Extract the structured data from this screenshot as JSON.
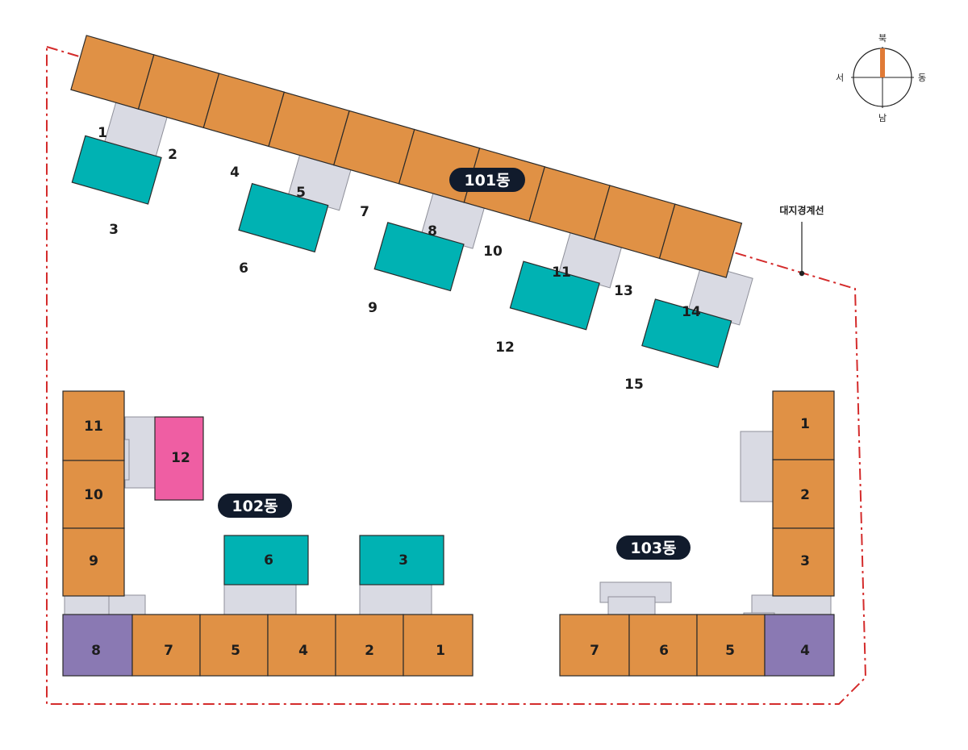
{
  "compass": {
    "north": "북",
    "south": "남",
    "west": "서",
    "east": "동"
  },
  "boundary_label": "대지경계선",
  "buildings": {
    "b101": {
      "label": "101동",
      "units": {
        "u1": "1",
        "u2": "2",
        "u3": "3",
        "u4": "4",
        "u5": "5",
        "u6": "6",
        "u7": "7",
        "u8": "8",
        "u9": "9",
        "u10": "10",
        "u11": "11",
        "u12": "12",
        "u13": "13",
        "u14": "14",
        "u15": "15"
      }
    },
    "b102": {
      "label": "102동",
      "units": {
        "u1": "1",
        "u2": "2",
        "u3": "3",
        "u4": "4",
        "u5": "5",
        "u6": "6",
        "u7": "7",
        "u8": "8",
        "u9": "9",
        "u10": "10",
        "u11": "11",
        "u12": "12"
      }
    },
    "b103": {
      "label": "103동",
      "units": {
        "u1": "1",
        "u2": "2",
        "u3": "3",
        "u4": "4",
        "u5": "5",
        "u6": "6",
        "u7": "7"
      }
    }
  },
  "colors": {
    "orange": "#e09145",
    "teal": "#00b2b3",
    "purple": "#8a79b3",
    "pink": "#ef5ea3",
    "core": "#d9dae3",
    "boundary": "#d42b2b",
    "label_bg": "#111b2c"
  }
}
